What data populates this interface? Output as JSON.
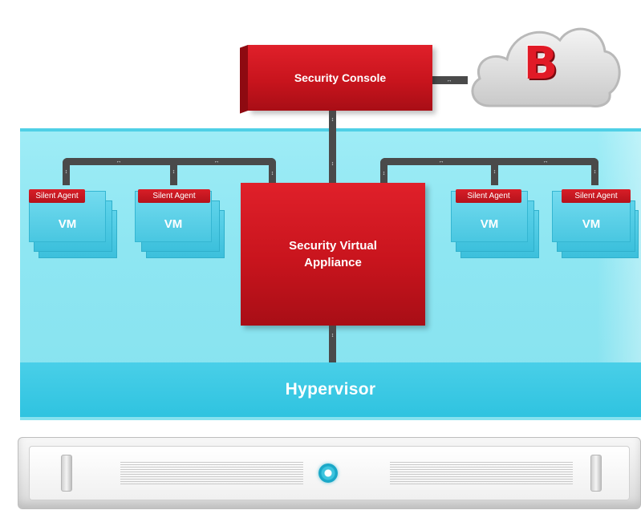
{
  "console": {
    "label": "Security Console"
  },
  "sva": {
    "label_line1": "Security Virtual",
    "label_line2": "Appliance"
  },
  "cloud": {
    "brand_letter": "B"
  },
  "hypervisor": {
    "label": "Hypervisor"
  },
  "vms": [
    {
      "agent": "Silent Agent",
      "label": "VM"
    },
    {
      "agent": "Silent Agent",
      "label": "VM"
    },
    {
      "agent": "Silent Agent",
      "label": "VM"
    },
    {
      "agent": "Silent Agent",
      "label": "VM"
    }
  ],
  "colors": {
    "accent_red": "#c8141d",
    "cyan": "#3cc0dc",
    "band": "#8ee6f2"
  }
}
